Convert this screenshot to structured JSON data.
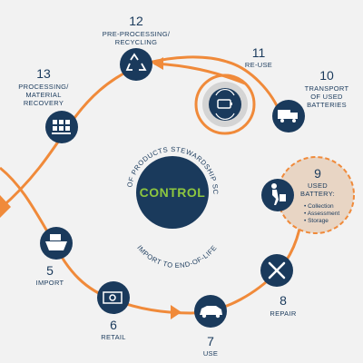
{
  "center": {
    "title": "CONTROL",
    "arc_top": "SCOPE OF PRODUCTS STEWARDSHIP SCHEME",
    "arc_bottom": "IMPORT TO END-OF-LIFE"
  },
  "steps": [
    {
      "num": "12",
      "label_lines": [
        "PRE-PROCESSING/",
        "RECYCLING"
      ],
      "icon": "recycle-icon"
    },
    {
      "num": "11",
      "label_lines": [
        "RE-USE"
      ],
      "icon": "battery-reuse-icon"
    },
    {
      "num": "10",
      "label_lines": [
        "TRANSPORT",
        "OF USED",
        "BATTERIES"
      ],
      "icon": "truck-icon"
    },
    {
      "num": "9",
      "label_lines": [
        "USED",
        "BATTERY:"
      ],
      "sub_items": [
        "• Collection",
        "• Assessment",
        "• Storage"
      ],
      "icon": "worker-cart-icon"
    },
    {
      "num": "8",
      "label_lines": [
        "REPAIR"
      ],
      "icon": "tools-icon"
    },
    {
      "num": "7",
      "label_lines": [
        "USE"
      ],
      "icon": "car-icon"
    },
    {
      "num": "6",
      "label_lines": [
        "RETAIL"
      ],
      "icon": "cash-icon"
    },
    {
      "num": "5",
      "label_lines": [
        "IMPORT"
      ],
      "icon": "ship-icon"
    },
    {
      "num": "13",
      "label_lines": [
        "PROCESSING/",
        "MATERIAL",
        "RECOVERY"
      ],
      "icon": "materials-icon"
    }
  ],
  "colors": {
    "navy": "#1a3a5c",
    "orange": "#f08a3a",
    "green": "#8dc63f",
    "bg": "#f2f2f2",
    "gray": "#c9c9c9"
  }
}
